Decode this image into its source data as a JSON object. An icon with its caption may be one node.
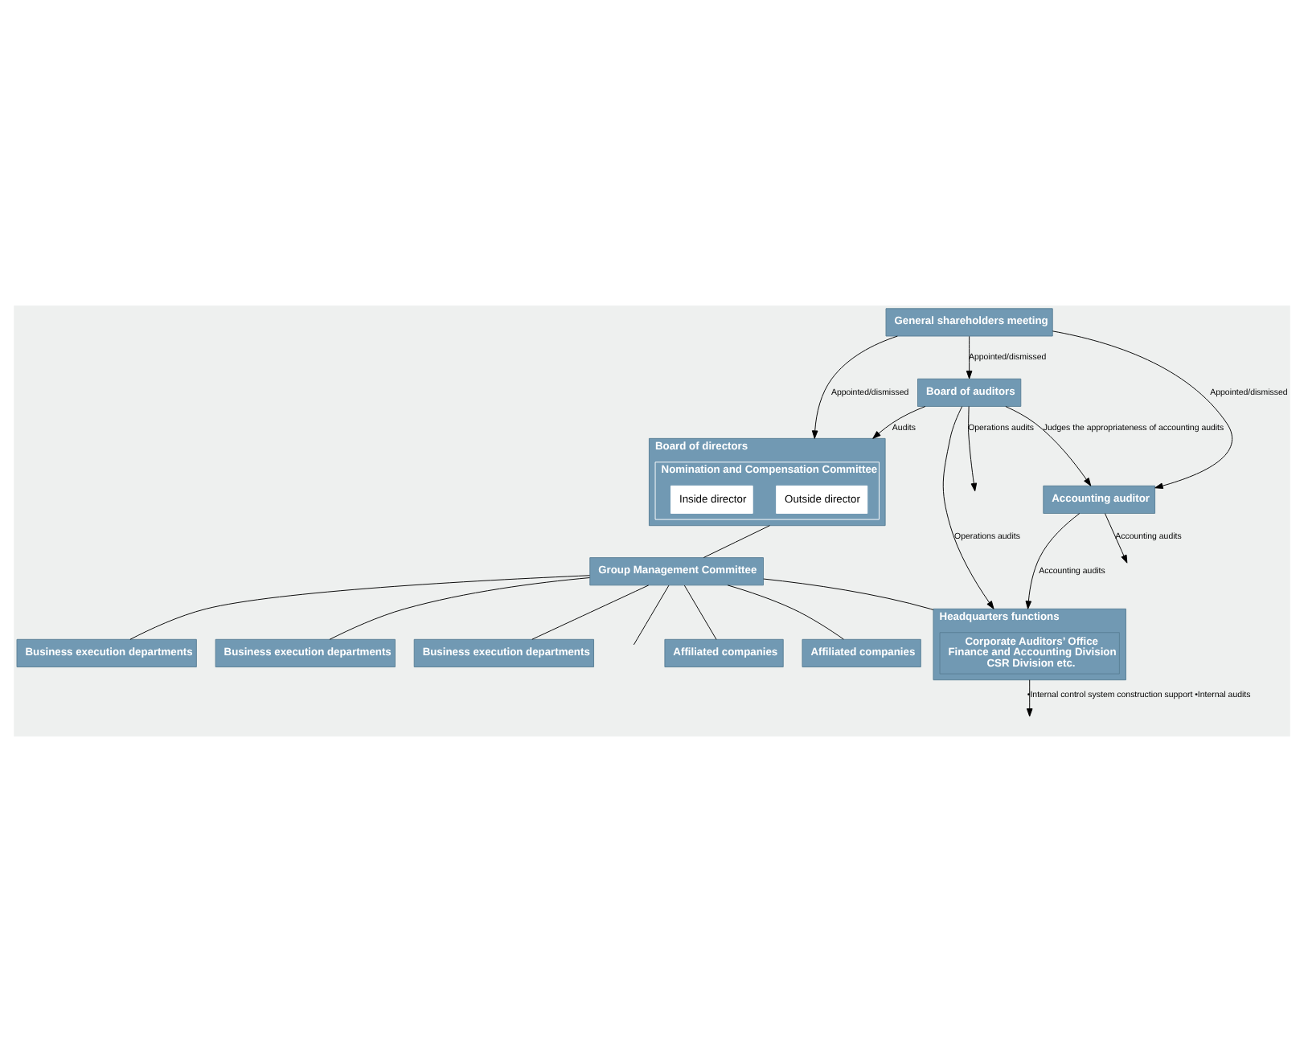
{
  "diagram": {
    "nodes": [
      {
        "text": [
          "General shareholders meeting"
        ]
      },
      {
        "text": [
          "Board of directors"
        ]
      },
      {
        "text": [
          "Nomination and Compensation Committee"
        ],
        "in": 1
      },
      {
        "text": [
          "Outside director"
        ],
        "in": 2
      },
      {
        "text": [
          "Inside director"
        ],
        "in": 2
      },
      {
        "text": [
          "Board of auditors"
        ]
      },
      {
        "text": [
          "Accounting auditor"
        ]
      },
      {
        "text": [
          "Group Management Committee"
        ]
      },
      {
        "text": [
          "Headquarters functions"
        ]
      },
      {
        "text": [
          "Corporate Auditors’ Office",
          "Finance and Accounting Division",
          "CSR Division etc."
        ],
        "in": 8
      },
      {
        "text": [
          "Affiliated companies"
        ]
      },
      {
        "text": [
          "Affiliated companies"
        ]
      },
      {
        "text": [
          "Business execution departments"
        ]
      },
      {
        "text": [
          "Business execution departments"
        ]
      },
      {
        "text": [
          "Business execution departments"
        ]
      }
    ],
    "edges": [
      {
        "from": 0,
        "to": 1,
        "arrow": "to",
        "label": "Appointed/dismissed"
      },
      {
        "from": 0,
        "to": 5,
        "arrow": "to",
        "label": "Appointed/dismissed"
      },
      {
        "from": 0,
        "to": 6,
        "arrow": "to",
        "label": "Appointed/dismissed"
      },
      {
        "from": 5,
        "to": 1,
        "arrow": "to",
        "label": "Audits"
      },
      {
        "from": 5,
        "to": 6,
        "arrow": "to",
        "label": "Judges the appropriateness of accounting audits"
      },
      {
        "from": 1,
        "to": 7,
        "arrow": "none"
      },
      {
        "from": 7,
        "to": 8,
        "arrow": "none"
      },
      {
        "from": 7,
        "to": 10,
        "arrow": "none"
      },
      {
        "from": 7,
        "to": 11,
        "arrow": "none"
      },
      {
        "from": 7,
        "to": 12,
        "arrow": "none"
      },
      {
        "from": 7,
        "to": 13,
        "arrow": "none"
      },
      {
        "from": 7,
        "to": 14,
        "arrow": "none"
      },
      {
        "from": 7,
        "to": null,
        "arrow": "none"
      },
      {
        "from": 5,
        "to": 8,
        "arrow": "to",
        "label": "Operations audits"
      },
      {
        "from": 6,
        "to": 8,
        "arrow": "to",
        "label": "Accounting audits"
      },
      {
        "from": 8,
        "to": null,
        "arrow": "to",
        "label": "•Internal control system construction support •Internal audits"
      },
      {
        "from": 5,
        "to": null,
        "arrow": "to",
        "label": "Operations audits"
      },
      {
        "from": 6,
        "to": null,
        "arrow": "to",
        "label": "Accounting audits"
      }
    ]
  }
}
